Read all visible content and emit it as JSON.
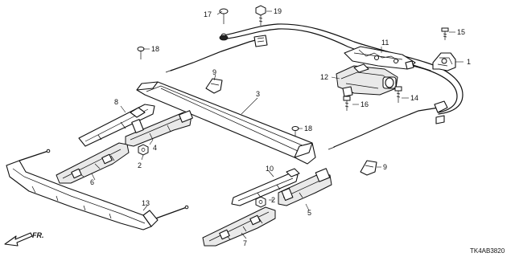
{
  "callouts": {
    "c1": "1",
    "c2a": "2",
    "c2b": "2",
    "c3": "3",
    "c4": "4",
    "c5": "5",
    "c6": "6",
    "c7": "7",
    "c8": "8",
    "c9a": "9",
    "c9b": "9",
    "c10": "10",
    "c11": "11",
    "c12": "12",
    "c13": "13",
    "c14": "14",
    "c15": "15",
    "c16": "16",
    "c17": "17",
    "c18a": "18",
    "c18b": "18",
    "c19": "19"
  },
  "direction_label": "FR.",
  "diagram_code": "TK4AB3820"
}
